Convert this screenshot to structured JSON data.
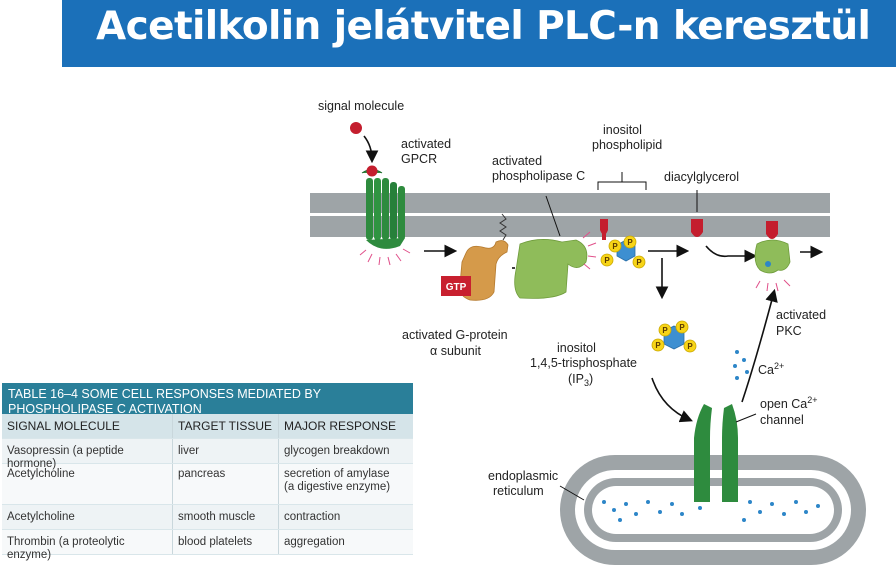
{
  "title": "Acetilkolin jelátvitel PLC-n keresztül",
  "labels": {
    "signal_molecule": "signal molecule",
    "activated_gpcr_1": "activated",
    "activated_gpcr_2": "GPCR",
    "activated_plc_1": "activated",
    "activated_plc_2": "phospholipase C",
    "inositol_phospholipid_1": "inositol",
    "inositol_phospholipid_2": "phospholipid",
    "diacylglycerol": "diacylglycerol",
    "gtp": "GTP",
    "g_protein_1": "activated G-protein",
    "g_protein_2": "α subunit",
    "ip3_1": "inositol",
    "ip3_2": "1,4,5-trisphosphate",
    "ip3_3a": "(IP",
    "ip3_3b": "3",
    "ip3_3c": ")",
    "pkc_1": "activated",
    "pkc_2": "PKC",
    "ca_a": "Ca",
    "ca_b": "2+",
    "channel_1a": "open Ca",
    "channel_1b": "2+",
    "channel_2": "channel",
    "er_1": "endoplasmic",
    "er_2": "reticulum",
    "p": "P"
  },
  "colors": {
    "title_bg": "#1b70b9",
    "membrane": "#9aa0a3",
    "gpcr": "#2e8b3e",
    "plc": "#8fbc5a",
    "g_protein": "#d59a4a",
    "gtp": "#c8202f",
    "lipid": "#c41e2e",
    "phosphate": "#f7d417",
    "ip3_ring": "#3d8fd1",
    "ca": "#2d86c8",
    "table_header": "#2a7f99"
  },
  "table": {
    "title_1": "TABLE 16–4 SOME CELL RESPONSES MEDIATED BY",
    "title_2": "PHOSPHOLIPASE C ACTIVATION",
    "headers": [
      "SIGNAL MOLECULE",
      "TARGET TISSUE",
      "MAJOR RESPONSE"
    ],
    "rows": [
      [
        "Vasopressin (a peptide hormone)",
        "liver",
        "glycogen breakdown",
        ""
      ],
      [
        "Acetylcholine",
        "pancreas",
        "secretion of amylase",
        "(a digestive enzyme)"
      ],
      [
        "Acetylcholine",
        "smooth muscle",
        "contraction",
        ""
      ],
      [
        "Thrombin (a proteolytic enzyme)",
        "blood platelets",
        "aggregation",
        ""
      ]
    ]
  }
}
